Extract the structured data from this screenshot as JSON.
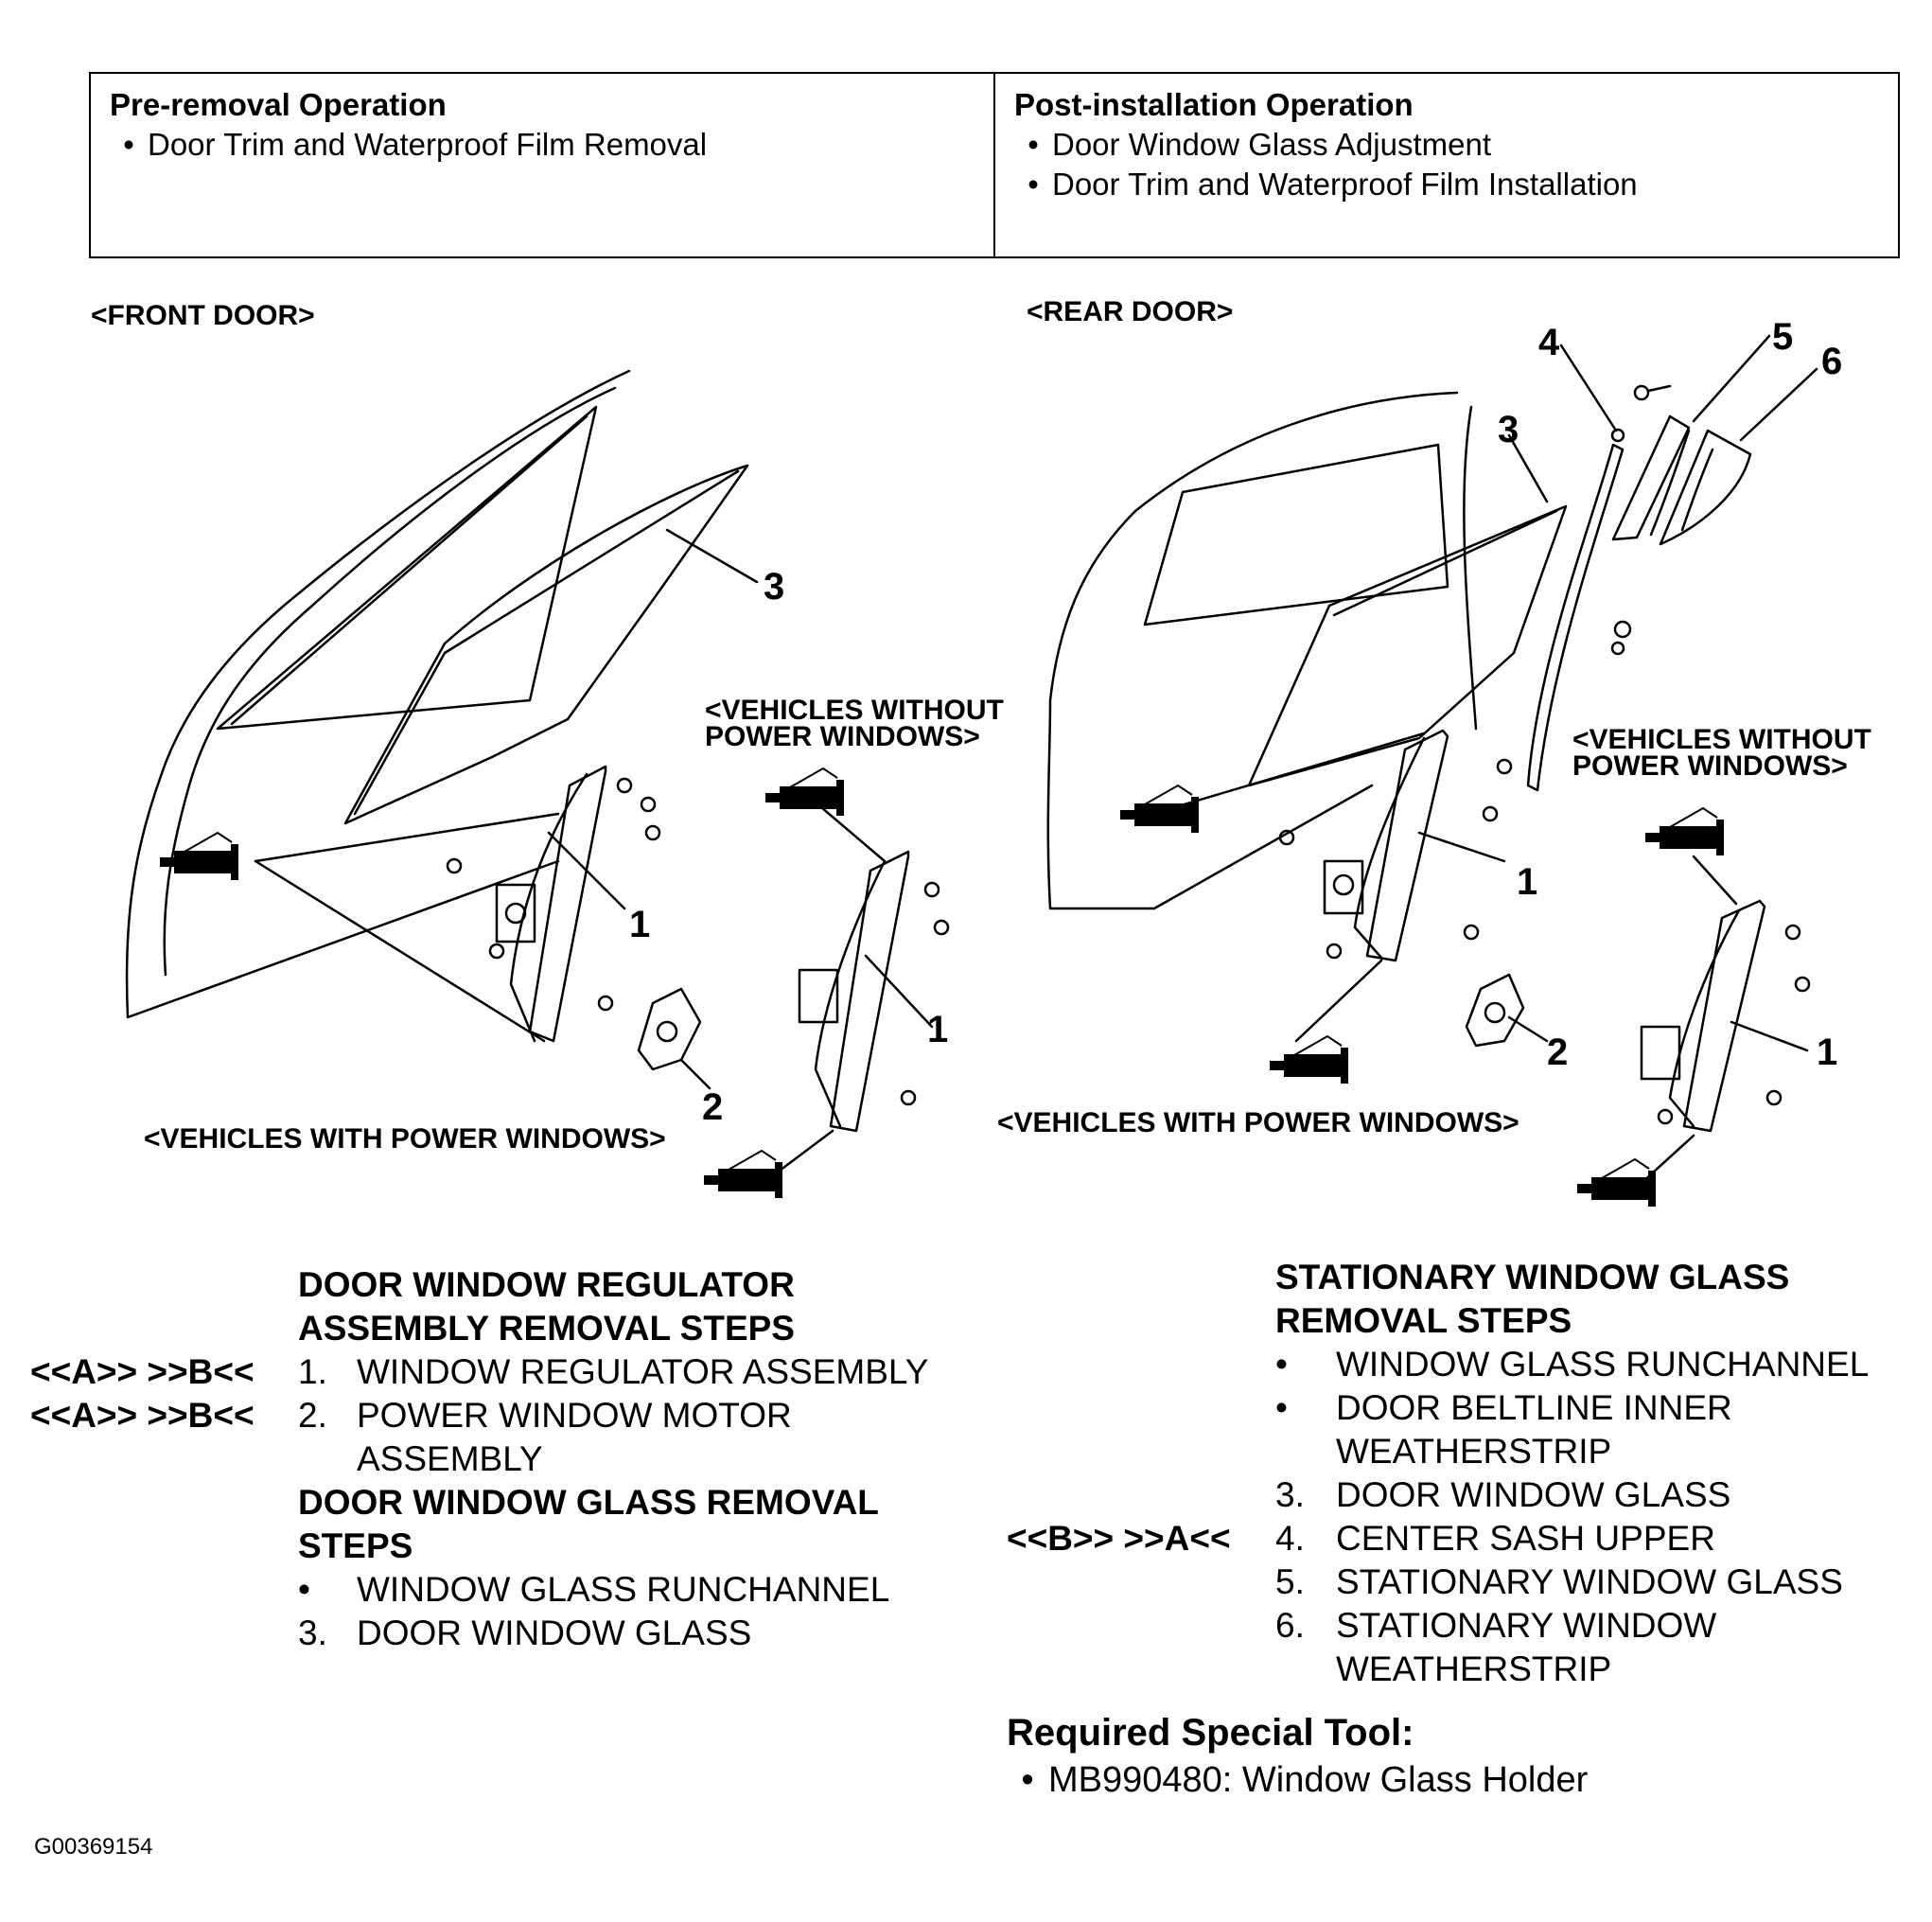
{
  "operations": {
    "pre": {
      "heading": "Pre-removal Operation",
      "items": [
        "Door Trim and Waterproof Film Removal"
      ]
    },
    "post": {
      "heading": "Post-installation Operation",
      "items": [
        "Door Window Glass Adjustment",
        "Door Trim and Waterproof Film Installation"
      ]
    }
  },
  "diagram": {
    "front_label": "<FRONT DOOR>",
    "rear_label": "<REAR DOOR>",
    "front_without_power_line1": "<VEHICLES WITHOUT",
    "front_without_power_line2": "POWER WINDOWS>",
    "front_with_power": "<VEHICLES WITH POWER WINDOWS>",
    "rear_without_power_line1": "<VEHICLES WITHOUT",
    "rear_without_power_line2": "POWER WINDOWS>",
    "rear_with_power": "<VEHICLES WITH POWER WINDOWS>",
    "callouts": {
      "front_glass": "3",
      "front_regulator": "1",
      "front_motor": "2",
      "front_manual_regulator": "1",
      "rear_glass": "3",
      "rear_sash": "4",
      "rear_stationary_glass": "5",
      "rear_weatherstrip": "6",
      "rear_regulator": "1",
      "rear_motor": "2",
      "rear_manual_regulator": "1"
    }
  },
  "regulator_steps": {
    "heading_line1": "DOOR WINDOW REGULATOR",
    "heading_line2": "ASSEMBLY REMOVAL STEPS",
    "items": [
      {
        "ref": "<<A>>   >>B<<",
        "num": "1.",
        "text": "WINDOW REGULATOR ASSEMBLY"
      },
      {
        "ref": "<<A>>   >>B<<",
        "num": "2.",
        "text": "POWER WINDOW MOTOR"
      },
      {
        "ref": "",
        "num": "",
        "text": "ASSEMBLY"
      }
    ]
  },
  "glass_steps": {
    "heading_line1": "DOOR WINDOW GLASS REMOVAL",
    "heading_line2": "STEPS",
    "items": [
      {
        "num": "•",
        "text": "WINDOW GLASS RUNCHANNEL"
      },
      {
        "num": "3.",
        "text": "DOOR WINDOW GLASS"
      }
    ]
  },
  "stationary_steps": {
    "heading_line1": "STATIONARY WINDOW GLASS",
    "heading_line2": "REMOVAL STEPS",
    "items": [
      {
        "ref": "",
        "num": "•",
        "text": "WINDOW GLASS RUNCHANNEL"
      },
      {
        "ref": "",
        "num": "•",
        "text": "DOOR BELTLINE INNER"
      },
      {
        "ref": "",
        "num": "",
        "text": "WEATHERSTRIP"
      },
      {
        "ref": "",
        "num": "3.",
        "text": "DOOR WINDOW GLASS"
      },
      {
        "ref": "<<B>>   >>A<<",
        "num": "4.",
        "text": "CENTER SASH UPPER"
      },
      {
        "ref": "",
        "num": "5.",
        "text": "STATIONARY WINDOW GLASS"
      },
      {
        "ref": "",
        "num": "6.",
        "text": "STATIONARY WINDOW"
      },
      {
        "ref": "",
        "num": "",
        "text": "WEATHERSTRIP"
      }
    ]
  },
  "special_tool": {
    "heading": "Required Special Tool:",
    "items": [
      "MB990480: Window Glass Holder"
    ]
  },
  "figure_id": "G00369154"
}
